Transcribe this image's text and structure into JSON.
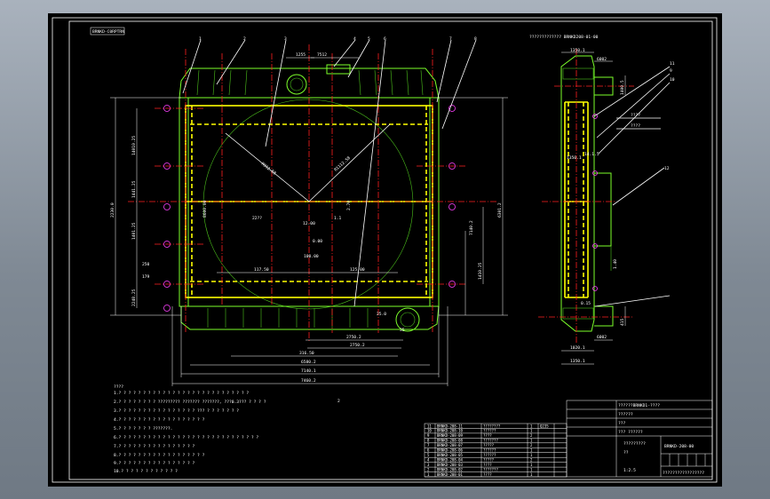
{
  "drawing": {
    "title_tag": "BRNKD-C0RPTRN",
    "side_title": "?????????????  BRNKD208-01-00",
    "top_dims": [
      "1255",
      "7512"
    ],
    "balloons": [
      "1",
      "2",
      "3",
      "4",
      "5",
      "6",
      "7",
      "8"
    ],
    "side_balloons": [
      "11",
      "9",
      "10",
      "12"
    ],
    "front_dims": {
      "diag_left": "R912.58",
      "diag_right": "R1112.58",
      "left_vert": "2230.0",
      "left_a": "14010.25",
      "left_b": "1441.25",
      "left_c": "1401.25",
      "left_d": "2248.25",
      "left_e": "250",
      "left_f": "179",
      "center_v1": "8600.00",
      "center_v2": "2.70",
      "center_h_left": "117.50",
      "center_h_right": "125.00",
      "center_marks": [
        "22??",
        "1.1",
        "0.00",
        "12.00"
      ],
      "center_bot": "100.00",
      "right_tall": "6301.2",
      "right_a": "7140.2",
      "right_b": "1410.25",
      "right_small": "25.0",
      "bottom_1": "2750.2",
      "bottom_2": "2750.2",
      "bottom_3": "316.50",
      "bottom_4": "6580.2",
      "bottom_5": "7140.1",
      "bottom_6": "7460.2",
      "flange": "35"
    },
    "side_dims": {
      "top_w": "1350.1",
      "top_sub": "6002",
      "right_a": "1400.5",
      "mid_a": "1350.1",
      "mid_b": "14.1.5",
      "mid_c": "1.40",
      "bot_a": "6002",
      "bot_w": "1020.1",
      "bot_w2": "1350.1",
      "bot_small": "415",
      "bot_r": "0.15",
      "note_1": "????",
      "note_2": "????"
    },
    "notes": [
      "????",
      "1.?  ? ? ? ? ? ? ? ? ? ? ? ? ? ? ? ? ? ? ? ? ? ? ? ? ? ?",
      "2.?  ? ? ? ? ? ? ? ?????????  ??????? ???????, ???0.3???  ? ? ? ?",
      "3.?  ? ? ? ? ? ? ? ? ? ? ? ? ? ? ?   ???  ? ? ? ? ? ? ?",
      "4.?  ? ? ? ? ? ? ? ? ? ? ? ? ? ? ? ? ?",
      "5.?  ? ? ? ? ? ? ???????.",
      "6.?  ? ? ? ? ? ? ? ? ? ? ? ? ? ? ? ? ? ? ? ? ? ? ? ? ? ? ? ?",
      "7.?  ? ? ? ? ? ? ? ? ? ? ? ? ? ? ?",
      "8.?  ? ? ? ? ? ? ? ? ? ? ? ? ? ? ? ? ?",
      "9.?  ? ? ? ? ? ? ? ? ? ? ? ? ? ? ?",
      "10.? ? ? ? ? ? ? ? ? ? ? ?"
    ],
    "bom_rows": [
      {
        "no": "11",
        "code": "BRNKD-208-11",
        "name": "????????",
        "qty": "1",
        "mat": "Q235",
        "note": ""
      },
      {
        "no": "10",
        "code": "BRNKD-208-10",
        "name": "??????",
        "qty": "1",
        "mat": "",
        "note": ""
      },
      {
        "no": "9",
        "code": "BRNKD-208-09",
        "name": "????",
        "qty": "2",
        "mat": "",
        "note": ""
      },
      {
        "no": "8",
        "code": "BRNKD-208-08",
        "name": "???????",
        "qty": "1",
        "mat": "",
        "note": ""
      },
      {
        "no": "7",
        "code": "BRNKD-208-07",
        "name": "?????",
        "qty": "2",
        "mat": "",
        "note": ""
      },
      {
        "no": "6",
        "code": "BRNKD-208-06",
        "name": "??????",
        "qty": "1",
        "mat": "",
        "note": ""
      },
      {
        "no": "5",
        "code": "BRNKD-208-05",
        "name": "??????",
        "qty": "1",
        "mat": "",
        "note": ""
      },
      {
        "no": "4",
        "code": "BRNKD-208-04",
        "name": "?????",
        "qty": "2",
        "mat": "",
        "note": ""
      },
      {
        "no": "3",
        "code": "BRNKD-208-03",
        "name": "????",
        "qty": "1",
        "mat": "",
        "note": ""
      },
      {
        "no": "2",
        "code": "BRNKD-208-02",
        "name": "???????",
        "qty": "1",
        "mat": "",
        "note": ""
      },
      {
        "no": "1",
        "code": "BRNKD-208-01",
        "name": "????",
        "qty": "1",
        "mat": "",
        "note": ""
      }
    ],
    "title_block": {
      "top_right_1": "??????BRNKD1-????",
      "top_right_2": "??????",
      "mid_1": "???",
      "mid_2": "??? ??????",
      "drawing_no": "BRNKD-208-00",
      "scale": "1:2.5",
      "sheet": "?????????????????",
      "weight": "??",
      "company": "?????????"
    },
    "center_label": "2"
  }
}
